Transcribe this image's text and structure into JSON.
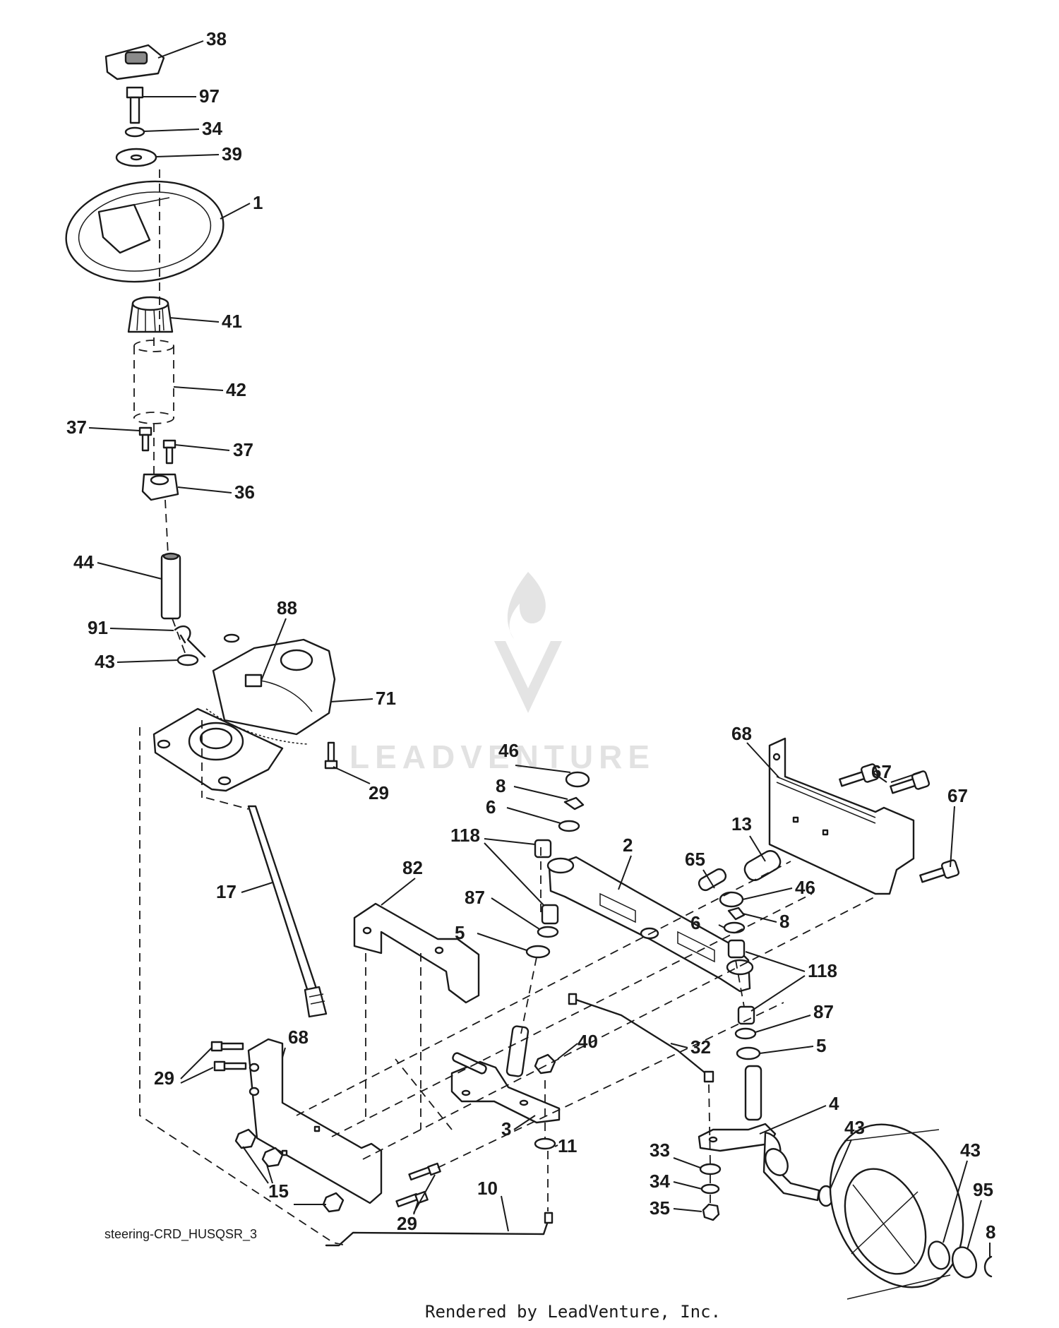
{
  "diagram": {
    "caption": "steering-CRD_HUSQSR_3",
    "footer": "Rendered by LeadVenture, Inc.",
    "watermark": "LEADVENTURE",
    "callouts": [
      "38",
      "97",
      "34",
      "39",
      "1",
      "41",
      "42",
      "37",
      "37",
      "36",
      "44",
      "88",
      "91",
      "43",
      "71",
      "29",
      "17",
      "82",
      "68",
      "46",
      "8",
      "6",
      "118",
      "87",
      "5",
      "2",
      "65",
      "13",
      "68",
      "67",
      "67",
      "46",
      "8",
      "6",
      "118",
      "87",
      "5",
      "32",
      "40",
      "3",
      "11",
      "4",
      "43",
      "33",
      "34",
      "35",
      "29",
      "68",
      "15",
      "29",
      "10",
      "43",
      "95",
      "8"
    ]
  }
}
